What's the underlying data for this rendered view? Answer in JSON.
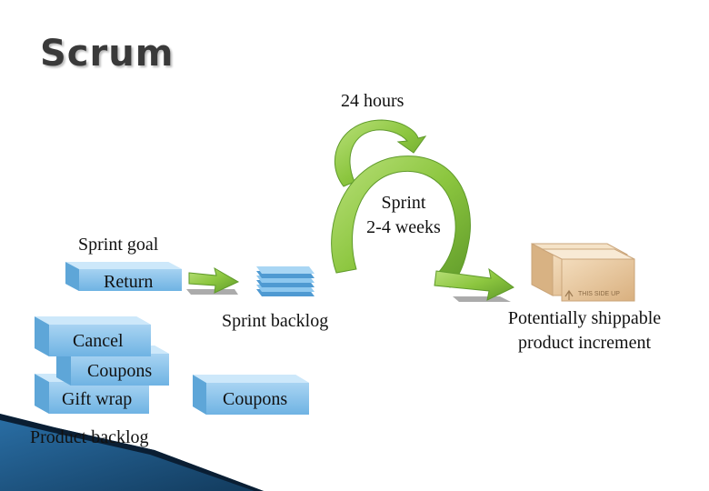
{
  "title": "Scrum",
  "labels": {
    "daily": "24 hours",
    "sprint_line1": "Sprint",
    "sprint_line2": "2-4 weeks",
    "sprint_goal": "Sprint goal",
    "sprint_goal_item": "Return",
    "sprint_backlog": "Sprint backlog",
    "sprint_backlog_item": "Coupons",
    "increment_line1": "Potentially shippable",
    "increment_line2": "product increment",
    "product_backlog": "Product backlog",
    "box_stamp": "THIS SIDE UP"
  },
  "product_backlog_items": [
    "Cancel",
    "Coupons",
    "Gift wrap"
  ],
  "colors": {
    "arrow_green": "#8cc63f",
    "arrow_green_dark": "#5f9a2a",
    "card_blue": "#8ec8ef",
    "card_blue_dark": "#5ea6d8",
    "box_tan": "#e9c9a0",
    "corner_dark_blue": "#1b4f7a"
  }
}
